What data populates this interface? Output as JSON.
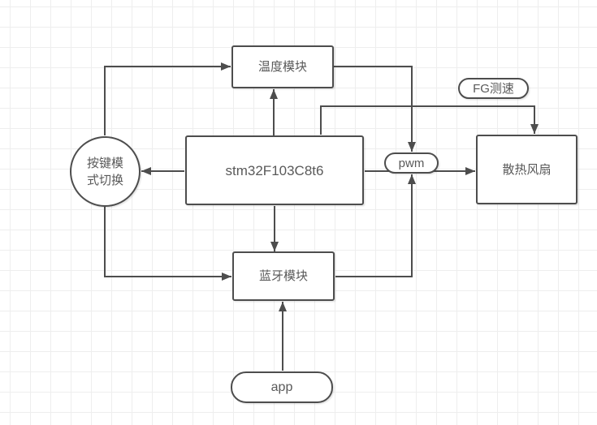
{
  "diagram": {
    "nodes": {
      "temp_module": {
        "label": "温度模块",
        "shape": "rectangle"
      },
      "mcu": {
        "label": "stm32F103C8t6",
        "shape": "rectangle"
      },
      "key_mode": {
        "label": "按键模式切换",
        "lines": [
          "按键模",
          "式切换"
        ],
        "shape": "circle"
      },
      "pwm": {
        "label": "pwm",
        "shape": "pill"
      },
      "fg_speed": {
        "label": "FG测速",
        "shape": "pill"
      },
      "fan": {
        "label": "散热风扇",
        "shape": "rectangle"
      },
      "bluetooth": {
        "label": "蓝牙模块",
        "shape": "rectangle"
      },
      "app": {
        "label": "app",
        "shape": "pill"
      }
    },
    "edges": [
      {
        "from": "按键模式切换",
        "to": "温度模块",
        "arrow": "to"
      },
      {
        "from": "stm32F103C8t6",
        "to": "温度模块",
        "arrow": "to"
      },
      {
        "from": "stm32F103C8t6",
        "to": "按键模式切换",
        "arrow": "to"
      },
      {
        "from": "stm32F103C8t6",
        "to": "蓝牙模块",
        "arrow": "to"
      },
      {
        "from": "按键模式切换",
        "to": "蓝牙模块",
        "arrow": "to"
      },
      {
        "from": "温度模块",
        "to": "pwm",
        "arrow": "to"
      },
      {
        "from": "stm32F103C8t6",
        "to": "散热风扇",
        "via": "pwm",
        "arrow": "to"
      },
      {
        "from": "蓝牙模块",
        "to": "pwm",
        "arrow": "to"
      },
      {
        "from": "stm32F103C8t6",
        "to": "散热风扇",
        "label": "FG测速",
        "arrow": "to"
      },
      {
        "from": "app",
        "to": "蓝牙模块",
        "arrow": "to"
      }
    ],
    "colors": {
      "canvas_background": "#ffffff",
      "grid_line": "#eeeeee",
      "node_fill": "#ffffff",
      "node_border": "#4d4d4d",
      "connector": "#4d4d4d",
      "text": "#595959"
    }
  }
}
